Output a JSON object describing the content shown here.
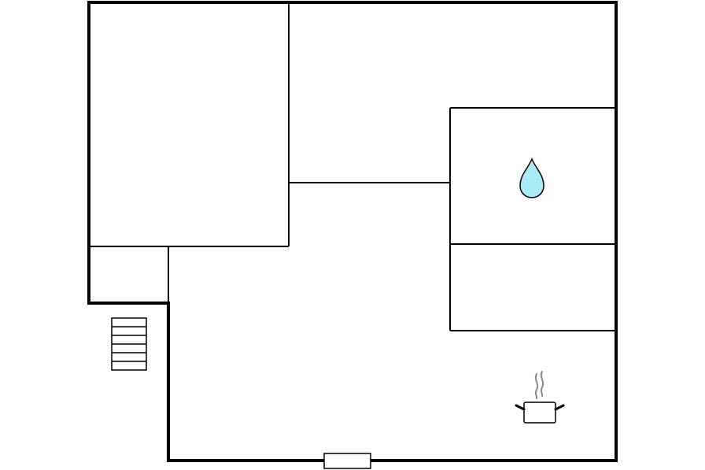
{
  "floor_plan": {
    "rooms": [
      {
        "name": "room-top-left-large"
      },
      {
        "name": "room-top-middle"
      },
      {
        "name": "room-right-water"
      },
      {
        "name": "room-right-lower"
      },
      {
        "name": "room-small-entry"
      },
      {
        "name": "room-main-open-area"
      }
    ],
    "icons": [
      {
        "name": "water-drop-icon",
        "meaning": "bathroom",
        "fill_color": "#a9ecf5"
      },
      {
        "name": "cooking-pot-icon",
        "meaning": "kitchen"
      },
      {
        "name": "stairs-icon",
        "meaning": "stairs"
      },
      {
        "name": "door-opening-icon",
        "meaning": "entrance door"
      }
    ],
    "colors": {
      "wall": "#000000",
      "background": "#ffffff",
      "water": "#a9ecf5",
      "steam": "#888888"
    }
  }
}
